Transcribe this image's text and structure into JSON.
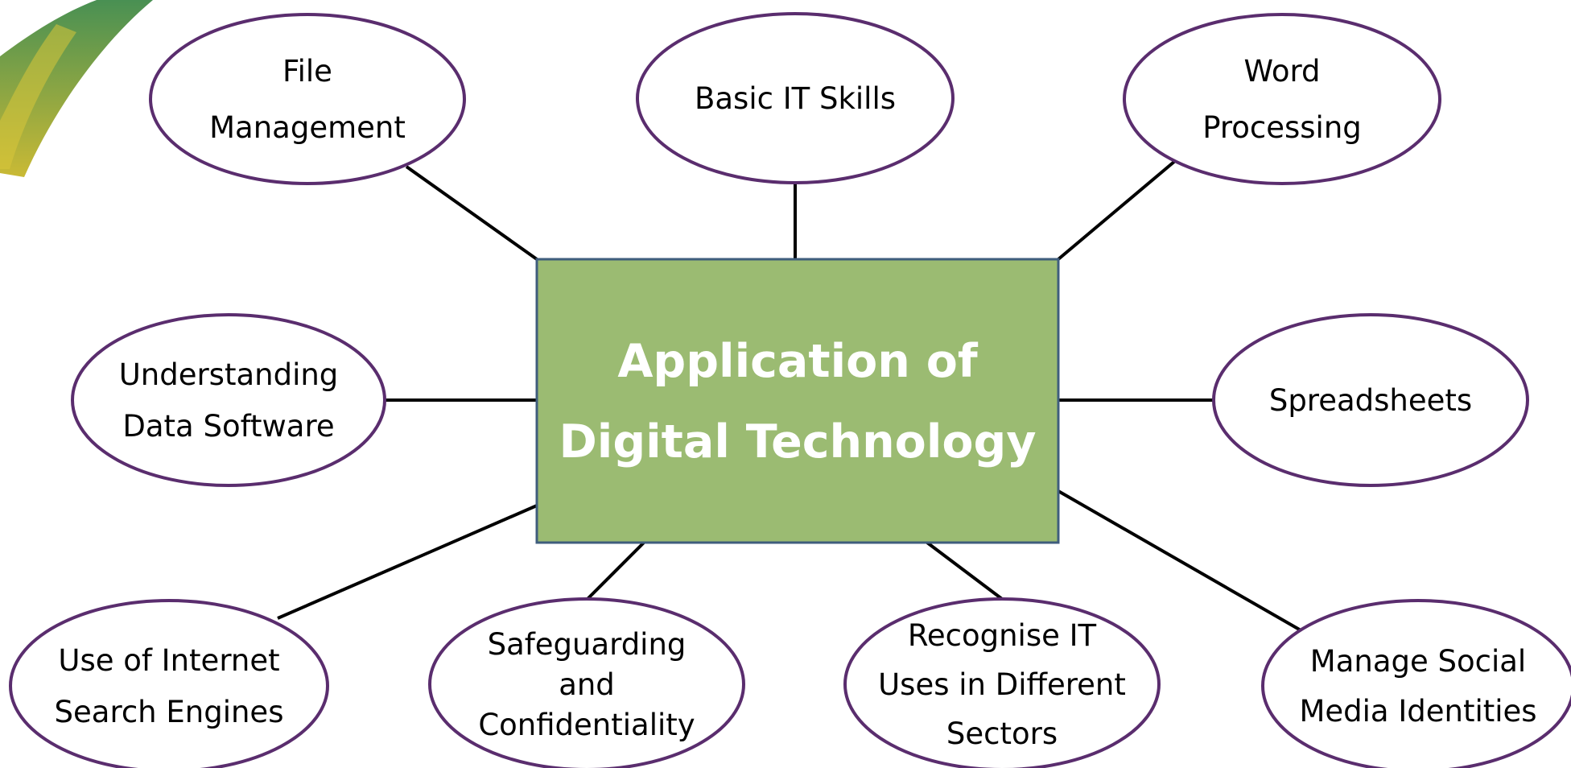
{
  "colors": {
    "hub_fill": "#9bbb72",
    "hub_border": "#3f5d7d",
    "hub_text": "#ffffff",
    "ellipse_border": "#5a2d6e",
    "connector": "#000000",
    "swoosh_green": "#3f8a4a",
    "swoosh_yellow": "#c7b62a"
  },
  "hub": {
    "label_lines": [
      "Application of",
      "Digital Technology"
    ]
  },
  "nodes": [
    {
      "id": "file-management",
      "lines": [
        "File",
        "Management"
      ]
    },
    {
      "id": "basic-it-skills",
      "lines": [
        "Basic IT Skills"
      ]
    },
    {
      "id": "word-processing",
      "lines": [
        "Word",
        "Processing"
      ]
    },
    {
      "id": "understanding-data-software",
      "lines": [
        "Understanding",
        "Data Software"
      ]
    },
    {
      "id": "spreadsheets",
      "lines": [
        "Spreadsheets"
      ]
    },
    {
      "id": "internet-search-engines",
      "lines": [
        "Use of Internet",
        "Search Engines"
      ]
    },
    {
      "id": "safeguarding-confidentiality",
      "lines": [
        "Safeguarding",
        "and",
        "Confidentiality"
      ]
    },
    {
      "id": "recognise-it-uses",
      "lines": [
        "Recognise IT",
        "Uses in Different",
        "Sectors"
      ]
    },
    {
      "id": "manage-social-media",
      "lines": [
        "Manage Social",
        "Media Identities"
      ]
    }
  ]
}
